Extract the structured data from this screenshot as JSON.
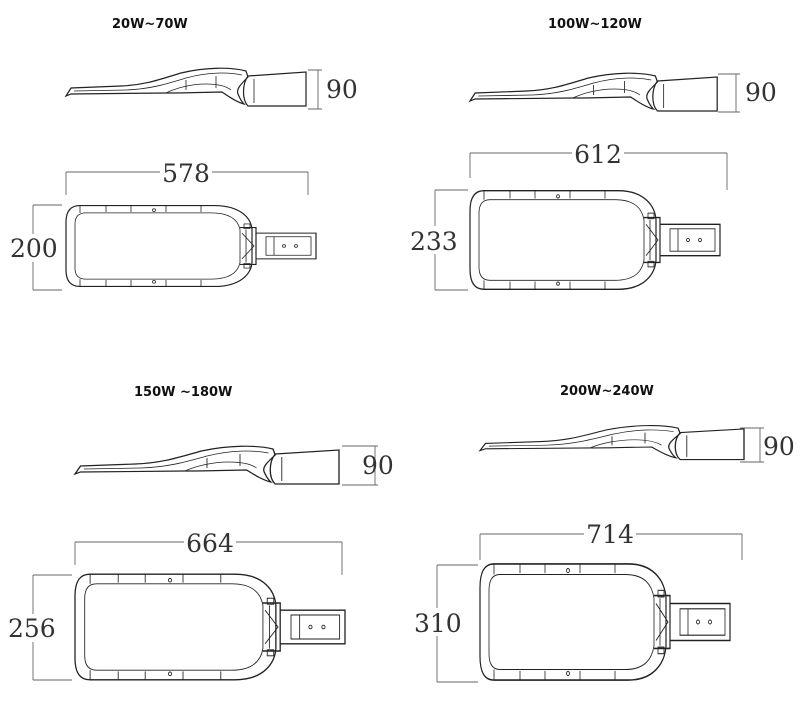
{
  "variants": [
    {
      "title": "20W~70W",
      "height": "90",
      "length": "578",
      "width": "200"
    },
    {
      "title": "100W~120W",
      "height": "90",
      "length": "612",
      "width": "233"
    },
    {
      "title": "150W ~180W",
      "height": "90",
      "length": "664",
      "width": "256"
    },
    {
      "title": "200W~240W",
      "height": "90",
      "length": "714",
      "width": "310"
    }
  ]
}
